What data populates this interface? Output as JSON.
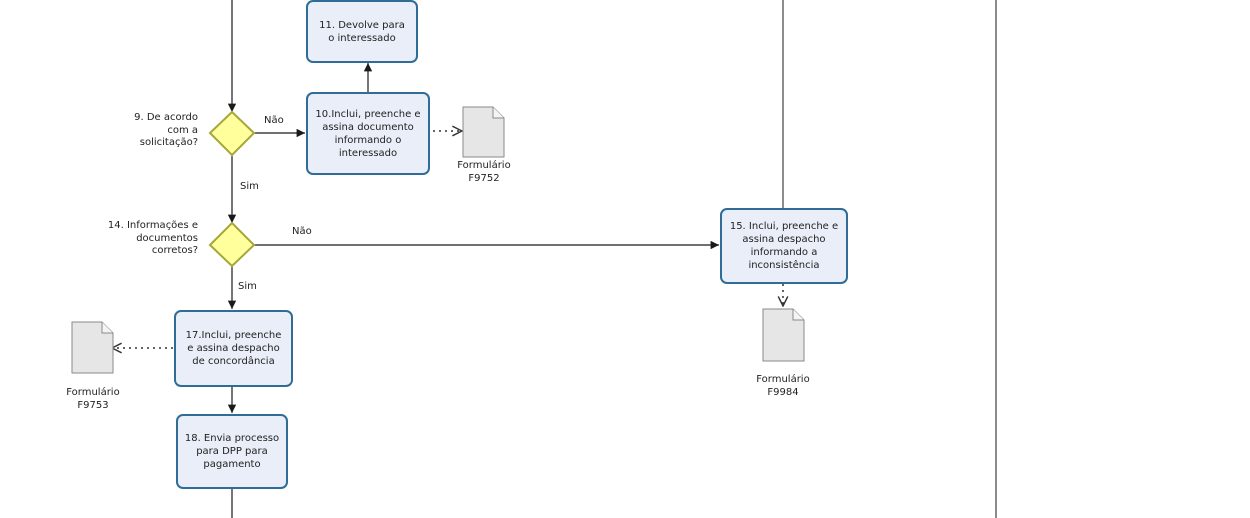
{
  "tasks": {
    "t11": "11. Devolve para\no interessado",
    "t10": "10.Inclui, preenche e\nassina documento\ninformando o\ninteressado",
    "t15": "15. Inclui, preenche e\nassina despacho\ninformando a\ninconsistência",
    "t17": "17.Inclui, preenche\ne assina despacho\nde concordância",
    "t18": "18. Envia processo\npara DPP para\npagamento"
  },
  "gateways": {
    "g9": "9. De acordo\ncom a\nsolicitação?",
    "g14": "14. Informações e\ndocumentos\ncorretos?"
  },
  "flow_labels": {
    "nao_g9": "Não",
    "sim_g9": "Sim",
    "nao_g14": "Não",
    "sim_g14": "Sim"
  },
  "documents": {
    "f9752": "Formulário\nF9752",
    "f9753": "Formulário\nF9753",
    "f9984": "Formulário\nF9984"
  },
  "colors": {
    "task_fill": "#e9eef8",
    "task_border": "#2f6d97",
    "gateway_fill": "#ffff9c",
    "gateway_border": "#a6a63a",
    "doc_fill": "#e6e6e6",
    "line": "#1a1a1a"
  }
}
